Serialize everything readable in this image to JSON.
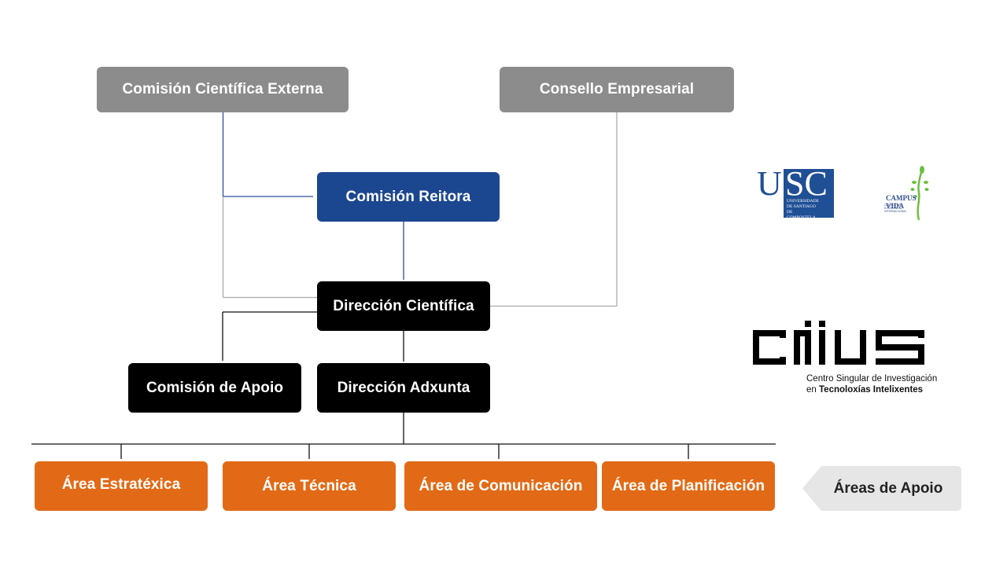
{
  "colors": {
    "council": "#8c8c8c",
    "rector": "#1b4690",
    "direction": "#000000",
    "area": "#e26a16",
    "tag_bg": "#e6e6e6",
    "connector_blue": "#2a4f99",
    "connector_gray": "#a9aca9",
    "connector_black": "#111111"
  },
  "nodes": {
    "external_committee": "Comisión Científica Externa",
    "business_council": "Consello Empresarial",
    "rector_committee": "Comisión Reitora",
    "scientific_direction": "Dirección Científica",
    "support_committee": "Comisión de Apoio",
    "deputy_direction": "Dirección Adxunta"
  },
  "areas": [
    {
      "label": "Área Estratéxica"
    },
    {
      "label": "Área Técnica"
    },
    {
      "label": "Área de Comunicación"
    },
    {
      "label": "Área de Planificación"
    }
  ],
  "support_tag": "Áreas de Apoio",
  "logos": {
    "usc": {
      "mark_left": "U",
      "mark_right": "SC",
      "lines": [
        "UNIVERSIDADE",
        "DE SANTIAGO",
        "DE COMPOSTELA"
      ]
    },
    "campus_vida": {
      "name": "CAMPUS VIDA",
      "subtitle": "CAMPUS DE EXCELENCIA INTERNACIONAL"
    },
    "citius": {
      "line1": "Centro Singular de Investigación",
      "line2_prefix": "en ",
      "line2_bold": "Tecnoloxías Intelixentes"
    }
  }
}
